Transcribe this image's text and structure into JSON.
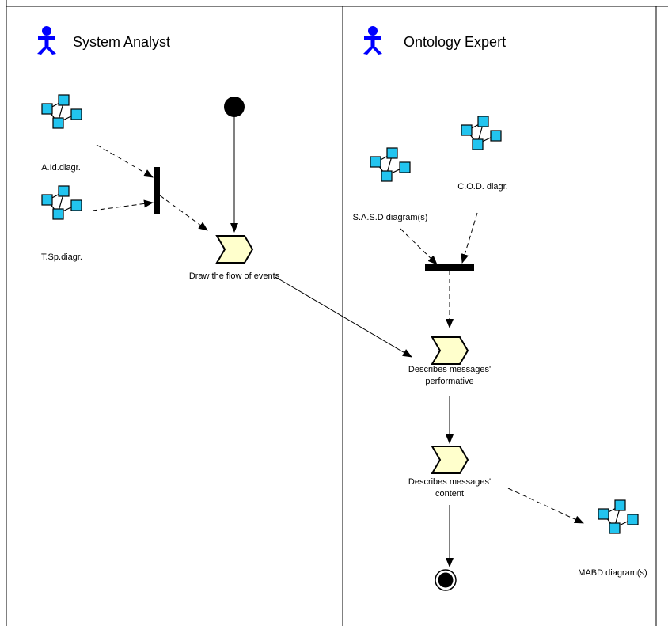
{
  "lanes": [
    {
      "title": "System Analyst",
      "actor_color": "#0000ff"
    },
    {
      "title": "Ontology Expert",
      "actor_color": "#0000ff"
    }
  ],
  "artifacts": {
    "a_id": "A.Id.diagr.",
    "t_sp": "T.Sp.diagr.",
    "sasd": "S.A.S.D diagram(s)",
    "cod": "C.O.D. diagr.",
    "mabd": "MABD diagram(s)"
  },
  "activities": {
    "draw_flow": "Draw the flow of events",
    "describes_performative_1": "Describes messages'",
    "describes_performative_2": "performative",
    "describes_content_1": "Describes messages'",
    "describes_content_2": "content"
  },
  "colors": {
    "activity_fill": "#ffffcc",
    "diagram_node": "#22c4ef",
    "actor": "#0000ff"
  }
}
